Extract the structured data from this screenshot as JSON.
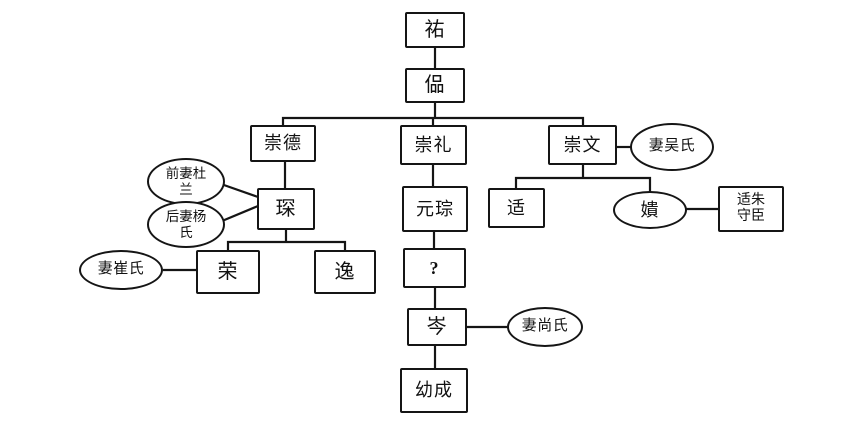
{
  "page": {
    "background": "#ffffff",
    "ink": "#151515"
  },
  "diagram": {
    "type": "family-tree",
    "nodes": {
      "you": {
        "label": "祐",
        "shape": "rect"
      },
      "kan": {
        "label": "偘",
        "shape": "rect"
      },
      "chongde": {
        "label": "崇德",
        "shape": "rect"
      },
      "chongli": {
        "label": "崇礼",
        "shape": "rect"
      },
      "chongwen": {
        "label": "崇文",
        "shape": "rect"
      },
      "wife_wu": {
        "label": "妻吴氏",
        "shape": "ellipse"
      },
      "former_wife_du": {
        "label": "前妻杜\n兰",
        "shape": "ellipse"
      },
      "later_wife_yang": {
        "label": "后妻杨\n氏",
        "shape": "ellipse"
      },
      "chen": {
        "label": "琛",
        "shape": "rect"
      },
      "yuancong": {
        "label": "元琮",
        "shape": "rect"
      },
      "shi": {
        "label": "适",
        "shape": "rect"
      },
      "kui": {
        "label": "嬇",
        "shape": "ellipse"
      },
      "zhu_shouchen": {
        "label": "适朱\n守臣",
        "shape": "rect"
      },
      "wife_cui": {
        "label": "妻崔氏",
        "shape": "ellipse"
      },
      "rong": {
        "label": "荣",
        "shape": "rect"
      },
      "yi": {
        "label": "逸",
        "shape": "rect"
      },
      "unknown": {
        "label": "?",
        "shape": "rect"
      },
      "cen": {
        "label": "岑",
        "shape": "rect"
      },
      "wife_shang": {
        "label": "妻尚氏",
        "shape": "ellipse"
      },
      "youcheng": {
        "label": "幼成",
        "shape": "rect"
      }
    },
    "edges": [
      {
        "from": "you",
        "to": "kan"
      },
      {
        "from": "kan",
        "to": "chongde"
      },
      {
        "from": "kan",
        "to": "chongli"
      },
      {
        "from": "kan",
        "to": "chongwen"
      },
      {
        "from": "chongwen",
        "to": "wife_wu"
      },
      {
        "from": "chongde",
        "to": "chen"
      },
      {
        "from": "former_wife_du",
        "to": "chen"
      },
      {
        "from": "later_wife_yang",
        "to": "chen"
      },
      {
        "from": "chen",
        "to": "rong"
      },
      {
        "from": "chen",
        "to": "yi"
      },
      {
        "from": "wife_cui",
        "to": "rong"
      },
      {
        "from": "chongli",
        "to": "yuancong"
      },
      {
        "from": "chongwen",
        "to": "shi"
      },
      {
        "from": "chongwen",
        "to": "kui"
      },
      {
        "from": "kui",
        "to": "zhu_shouchen"
      },
      {
        "from": "yuancong",
        "to": "unknown"
      },
      {
        "from": "unknown",
        "to": "cen"
      },
      {
        "from": "cen",
        "to": "wife_shang"
      },
      {
        "from": "cen",
        "to": "youcheng"
      }
    ]
  }
}
